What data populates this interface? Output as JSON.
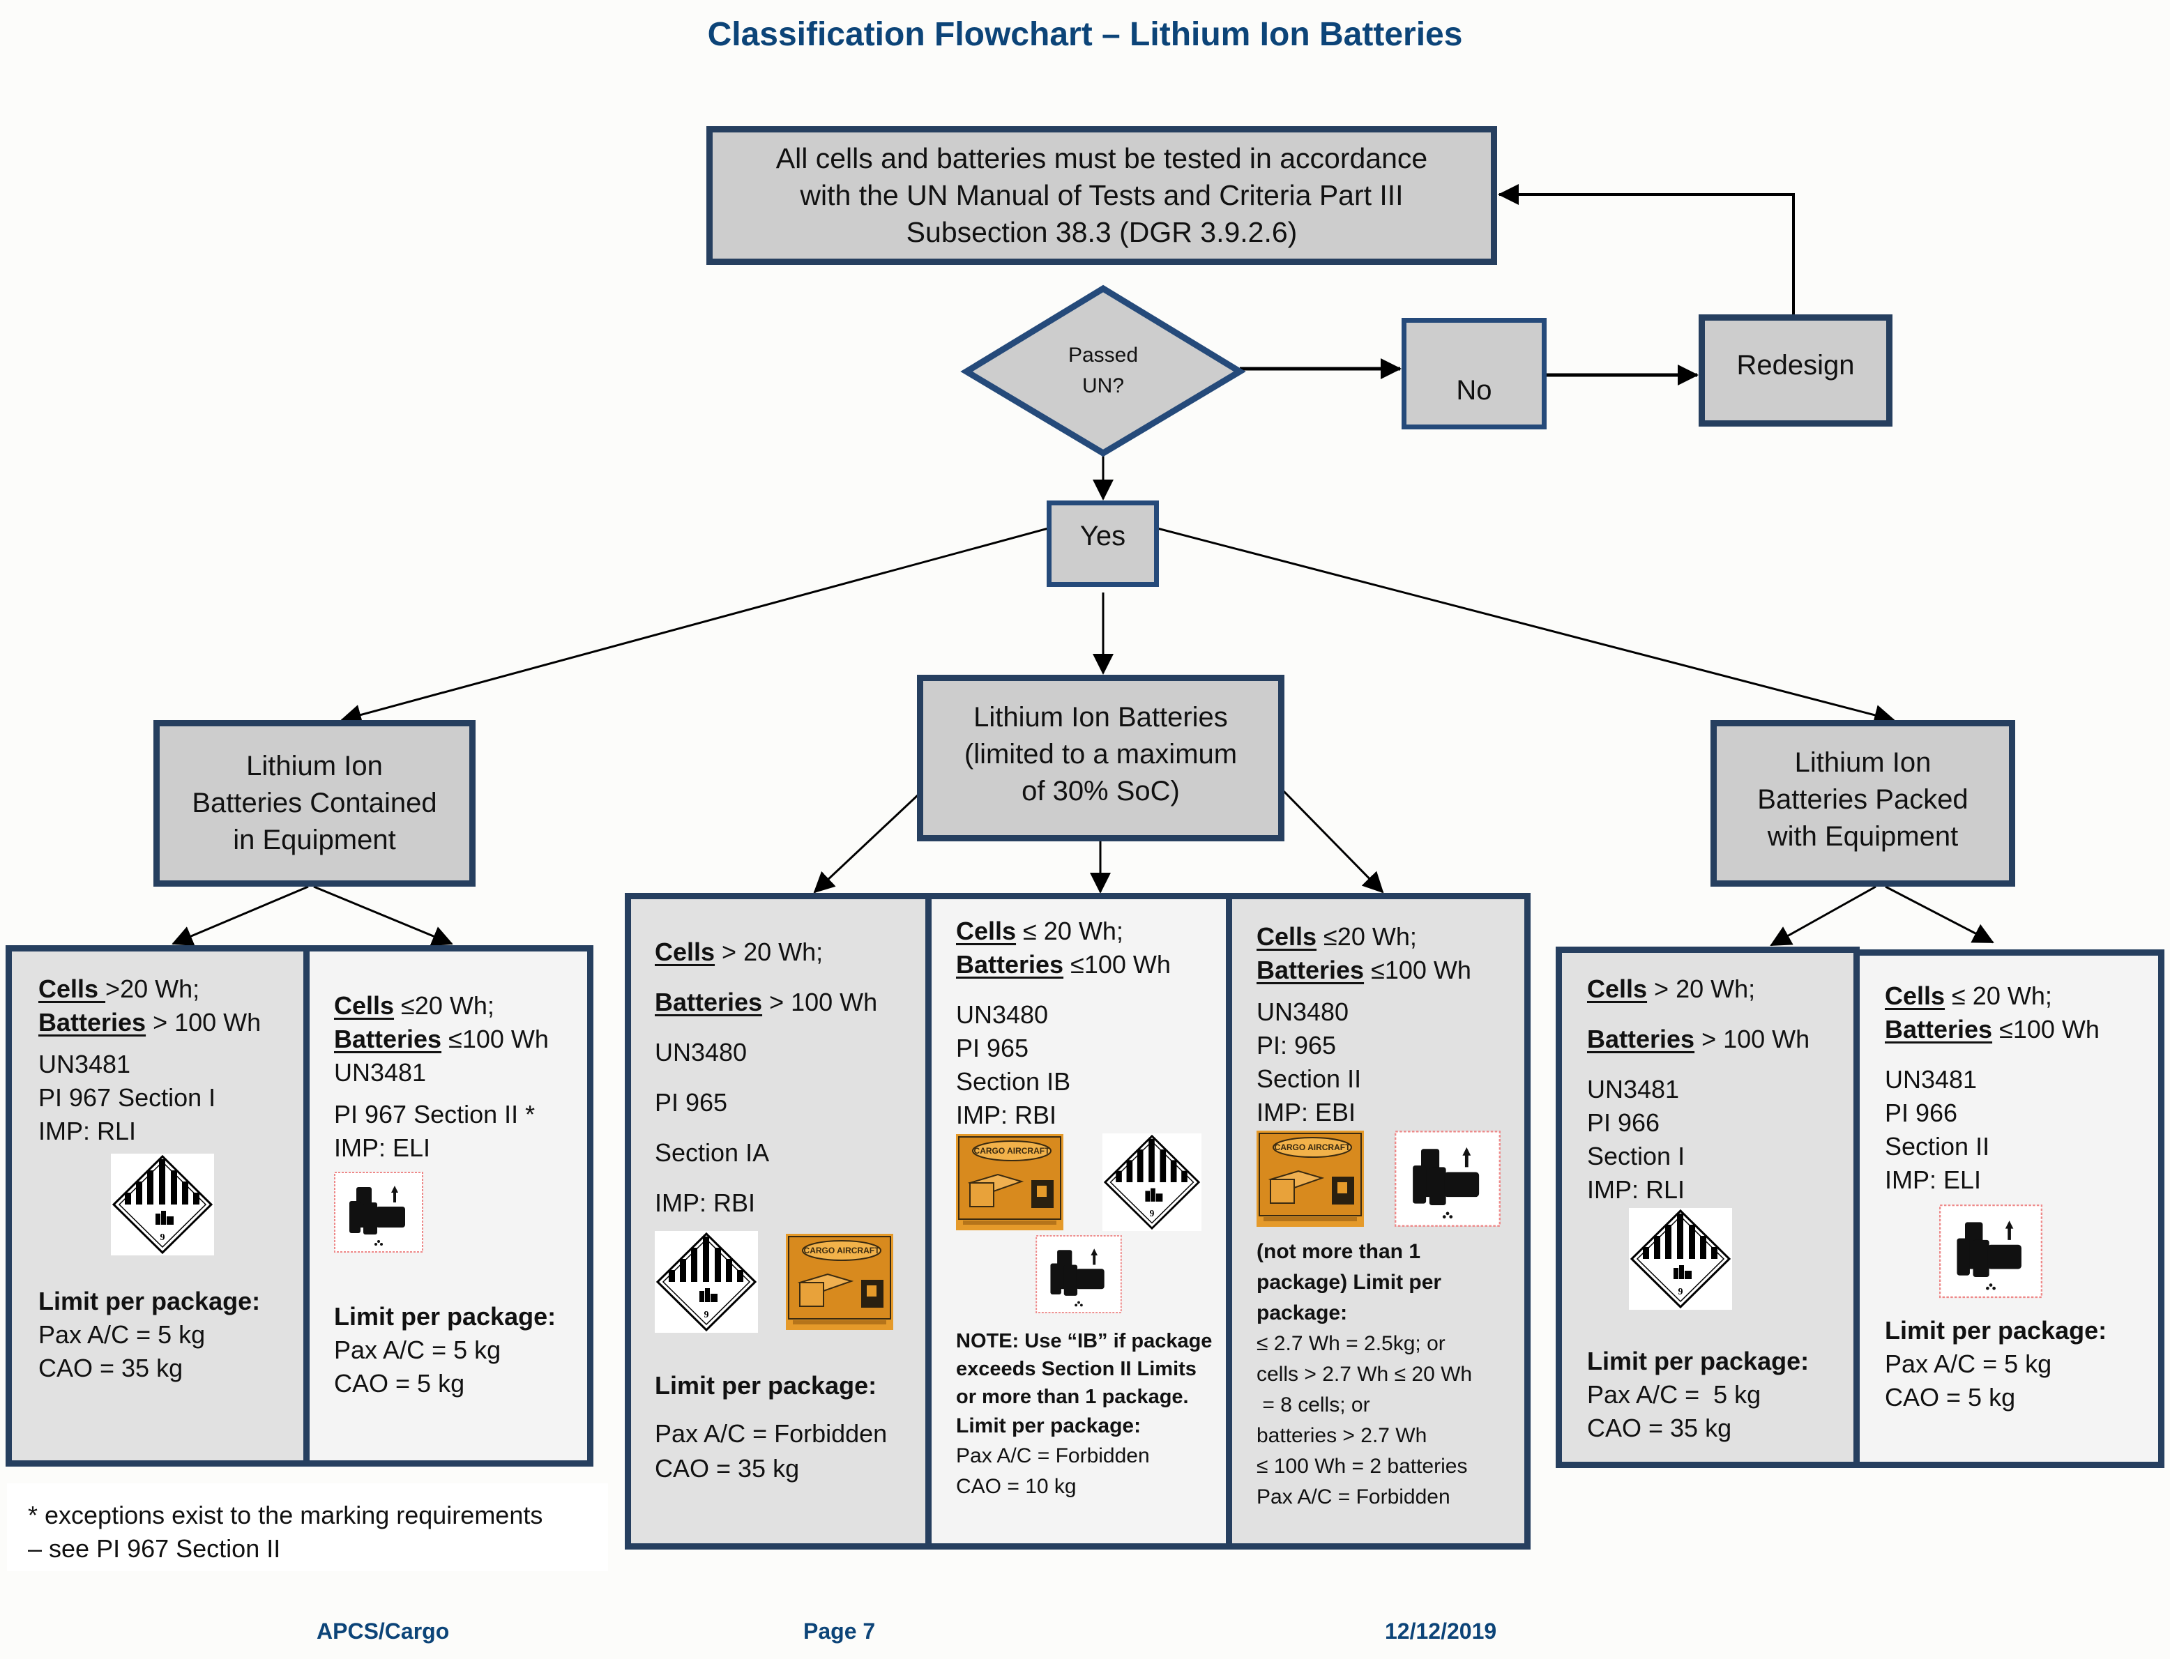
{
  "title": "Classification Flowchart – Lithium Ion Batteries",
  "colors": {
    "title": "#0c4478",
    "border": "#263f5f",
    "node_fill": "#cdcdcd",
    "panel_dark": "#e1e1e1",
    "panel_light": "#f4f4f4"
  },
  "top_box": {
    "lines": [
      "All cells and batteries must be tested in accordance",
      "with the UN Manual of Tests and Criteria Part III",
      "Subsection 38.3 (DGR 3.9.2.6)"
    ]
  },
  "decision": {
    "lines": [
      "Passed",
      "UN?"
    ]
  },
  "no_box": {
    "label": "No"
  },
  "redesign_box": {
    "label": "Redesign"
  },
  "yes_box": {
    "label": "Yes"
  },
  "categories": {
    "left": {
      "lines": [
        "Lithium Ion",
        "Batteries Contained",
        "in Equipment"
      ]
    },
    "middle": {
      "lines": [
        "Lithium Ion Batteries",
        "(limited to a maximum",
        "of 30% SoC)"
      ]
    },
    "right": {
      "lines": [
        "Lithium Ion",
        "Batteries Packed",
        "with Equipment"
      ]
    }
  },
  "panels": {
    "contained_section1": {
      "cells_label": "Cells ",
      "cells_value": ">20 Wh;",
      "batteries_label": "Batteries",
      "batteries_value": " > 100 Wh",
      "lines": [
        "UN3481",
        "PI 967 Section I",
        "IMP: RLI"
      ],
      "labels": [
        "class-9-hazard-label"
      ],
      "limit_title": "Limit per package:",
      "limits": [
        "Pax A/C = 5 kg",
        "CAO = 35 kg"
      ]
    },
    "contained_section2": {
      "cells_label": "Cells",
      "cells_value": " ≤20 Wh;",
      "batteries_label": "Batteries",
      "batteries_value": " ≤100 Wh",
      "lines": [
        "UN3481",
        "PI 967 Section II *",
        "IMP: ELI"
      ],
      "labels": [
        "lithium-battery-mark"
      ],
      "limit_title": "Limit per package:",
      "limits": [
        "Pax A/C = 5 kg",
        "CAO = 5 kg"
      ]
    },
    "soc_section1a": {
      "cells_label": "Cells",
      "cells_value": " > 20 Wh;",
      "batteries_label": "Batteries",
      "batteries_value": " > 100 Wh",
      "lines": [
        "UN3480",
        "PI 965",
        "Section IA",
        "IMP: RBI"
      ],
      "labels": [
        "class-9-hazard-label",
        "cargo-aircraft-only-label"
      ],
      "limit_title": "Limit per package:",
      "limits": [
        "Pax A/C = Forbidden",
        "CAO = 35 kg"
      ]
    },
    "soc_section1b": {
      "cells_label": "Cells",
      "cells_value": " ≤ 20 Wh;",
      "batteries_label": "Batteries",
      "batteries_value": " ≤100 Wh",
      "lines": [
        "UN3480",
        "PI 965",
        "Section IB",
        "IMP: RBI"
      ],
      "labels": [
        "cargo-aircraft-only-label",
        "class-9-hazard-label",
        "lithium-battery-mark"
      ],
      "note": "NOTE: Use “IB” if package exceeds Section II Limits or more than 1 package.",
      "limit_title": "Limit per package:",
      "limits": [
        "Pax A/C = Forbidden",
        "CAO = 10 kg"
      ]
    },
    "soc_section2": {
      "cells_label": "Cells",
      "cells_value": " ≤20 Wh;",
      "batteries_label": "Batteries",
      "batteries_value": " ≤100 Wh",
      "lines": [
        "UN3480",
        "PI: 965",
        "Section II",
        "IMP: EBI"
      ],
      "labels": [
        "cargo-aircraft-only-label",
        "lithium-battery-mark"
      ],
      "limit_title": "(not more than 1 package) Limit per package:",
      "limits": [
        "≤ 2.7 Wh = 2.5kg; or",
        "cells > 2.7 Wh ≤ 20 Wh",
        " = 8 cells; or",
        "batteries > 2.7 Wh",
        "≤ 100 Wh = 2 batteries",
        "Pax A/C = Forbidden"
      ]
    },
    "packed_section1": {
      "cells_label": "Cells",
      "cells_value": " > 20 Wh;",
      "batteries_label": "Batteries",
      "batteries_value": " > 100 Wh",
      "lines": [
        "UN3481",
        "PI 966",
        "Section I",
        "IMP: RLI"
      ],
      "labels": [
        "class-9-hazard-label"
      ],
      "limit_title": "Limit per package:",
      "limits": [
        "Pax A/C =  5 kg",
        "CAO = 35 kg"
      ]
    },
    "packed_section2": {
      "cells_label": "Cells",
      "cells_value": " ≤ 20 Wh;",
      "batteries_label": "Batteries",
      "batteries_value": " ≤100 Wh",
      "lines": [
        "UN3481",
        "PI 966",
        "Section II",
        "IMP: ELI"
      ],
      "labels": [
        "lithium-battery-mark"
      ],
      "limit_title": "Limit per package:",
      "limits": [
        "Pax A/C = 5 kg",
        "CAO = 5 kg"
      ]
    }
  },
  "footnote": {
    "lines": [
      "* exceptions exist to the marking requirements",
      "– see PI 967 Section II"
    ]
  },
  "footer": {
    "left": "APCS/Cargo",
    "center": "Page 7",
    "right": "12/12/2019"
  }
}
